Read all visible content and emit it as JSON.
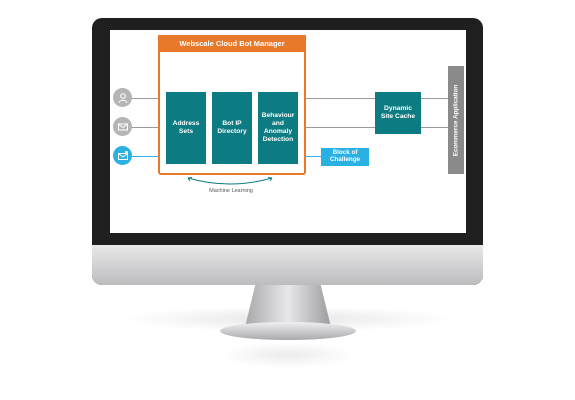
{
  "diagram": {
    "manager_title": "Webscale Cloud Bot Manager",
    "boxes": [
      {
        "label": "Address\nSets"
      },
      {
        "label": "Bot IP\nDirectory"
      },
      {
        "label": "Behaviour\nand\nAnomaly\nDetection"
      }
    ],
    "cache": {
      "label": "Dynamic\nSite Cache"
    },
    "block": {
      "label": "Block of\nChallenge"
    },
    "ecommerce": {
      "label": "Ecommerce Application"
    },
    "machine_learning": {
      "label": "Machine Learning"
    },
    "sources": [
      {
        "icon": "users-icon",
        "color": "#b5b5b5"
      },
      {
        "icon": "mail-icon",
        "color": "#b5b5b5"
      },
      {
        "icon": "bot-mail-icon",
        "color": "#2ab0e2"
      }
    ],
    "colors": {
      "accent": "#e8782a",
      "teal": "#0d7b82",
      "blue": "#2ab0e2",
      "gray": "#8a8a8a"
    }
  }
}
